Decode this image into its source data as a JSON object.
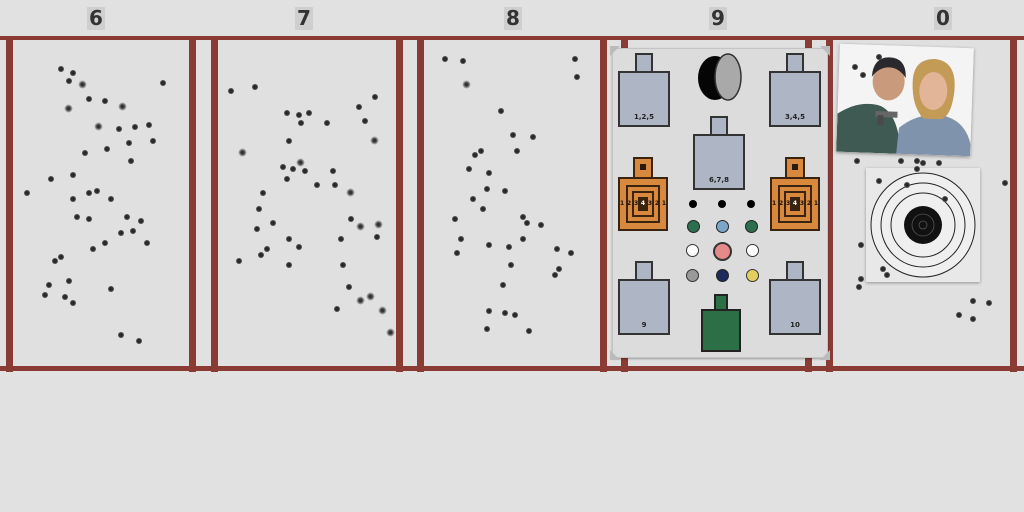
{
  "lanes": [
    {
      "number": "6"
    },
    {
      "number": "7"
    },
    {
      "number": "8"
    },
    {
      "number": "9"
    },
    {
      "number": "0"
    }
  ],
  "lane9_card": {
    "target_labels": [
      "1,2,5",
      "3,4,5",
      "6,7,8",
      "9",
      "10"
    ],
    "ring_numbers": [
      "1",
      "2",
      "3",
      "4",
      "3",
      "2",
      "1"
    ],
    "dot_colors": [
      "#000000",
      "#2d6e4f",
      "#7aa7c7",
      "#ffffff",
      "#e48a8a",
      "#999999",
      "#1e2a5c",
      "#e2cf5f"
    ]
  },
  "colors": {
    "frame": "#8a3b33",
    "paper": "#e0e0e0",
    "green_target": "#2c6e45",
    "silhouette": "#aeb6c5",
    "orange_target": "#d9893e"
  }
}
